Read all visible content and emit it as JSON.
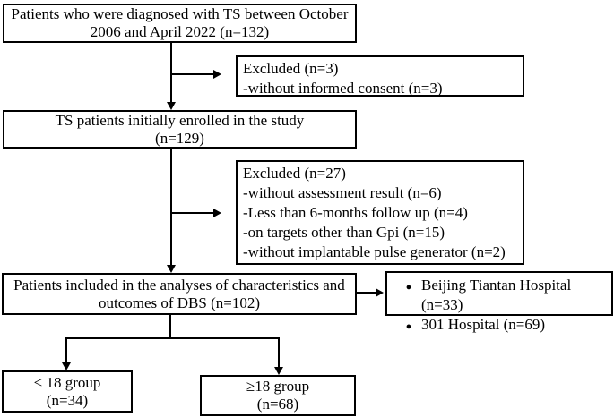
{
  "flowchart": {
    "boxes": {
      "diagnosed": {
        "lines": [
          "Patients who were diagnosed with TS between October",
          "2006 and April 2022 (n=132)"
        ]
      },
      "excluded_consent": {
        "lines": [
          "Excluded (n=3)",
          "-without informed consent (n=3)"
        ]
      },
      "enrolled": {
        "lines": [
          "TS patients initially enrolled in the study",
          "(n=129)"
        ]
      },
      "excluded_other": {
        "lines": [
          "Excluded (n=27)",
          "-without assessment result (n=6)",
          "-Less than 6-months follow up (n=4)",
          "-on targets other than Gpi (n=15)",
          "-without implantable pulse generator (n=2)"
        ]
      },
      "included": {
        "lines": [
          "Patients included in the analyses of characteristics and",
          "outcomes of DBS (n=102)"
        ]
      },
      "hospitals": {
        "bullet": "●",
        "items": [
          "Beijing Tiantan Hospital (n=33)",
          "301 Hospital (n=69)"
        ]
      },
      "under18": {
        "lines": [
          "< 18 group",
          "(n=34)"
        ]
      },
      "over18": {
        "lines": [
          "≥18 group",
          "(n=68)"
        ]
      }
    },
    "colors": {
      "line": "#000000",
      "text": "#000000",
      "background": "#ffffff"
    }
  }
}
